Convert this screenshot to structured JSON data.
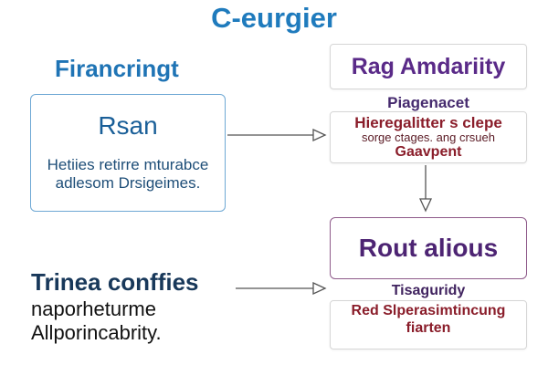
{
  "title": "C-eurgier",
  "left": {
    "heading": "Firancringt",
    "box": {
      "title": "Rsan",
      "body_lines": [
        "Hetiies retirre mturabce",
        "adlesom Drsigeimes."
      ]
    }
  },
  "right": {
    "box1": {
      "label": "Rag Amdariity"
    },
    "sub1": "Piagenacet",
    "box2": {
      "line1": "Hieregalitter s clepe",
      "line2": "sorge ctages.  ang  crsueh",
      "line3": "Gaavpent"
    },
    "box3": {
      "label": "Rout alious"
    },
    "sub2": "Tisaguridy",
    "box4": {
      "line1": "Red Slperasimtincung",
      "line2": "fiarten"
    }
  },
  "bottom": {
    "heading": "Trinea conffies",
    "line1": "naporheturme",
    "line2": "Allporincabrity."
  },
  "colors": {
    "title": "#1f7bbd",
    "left_box_border": "#6ea8d4",
    "purple_text": "#5a2a88",
    "red_text": "#8a1d2a",
    "connector": "#555555"
  }
}
